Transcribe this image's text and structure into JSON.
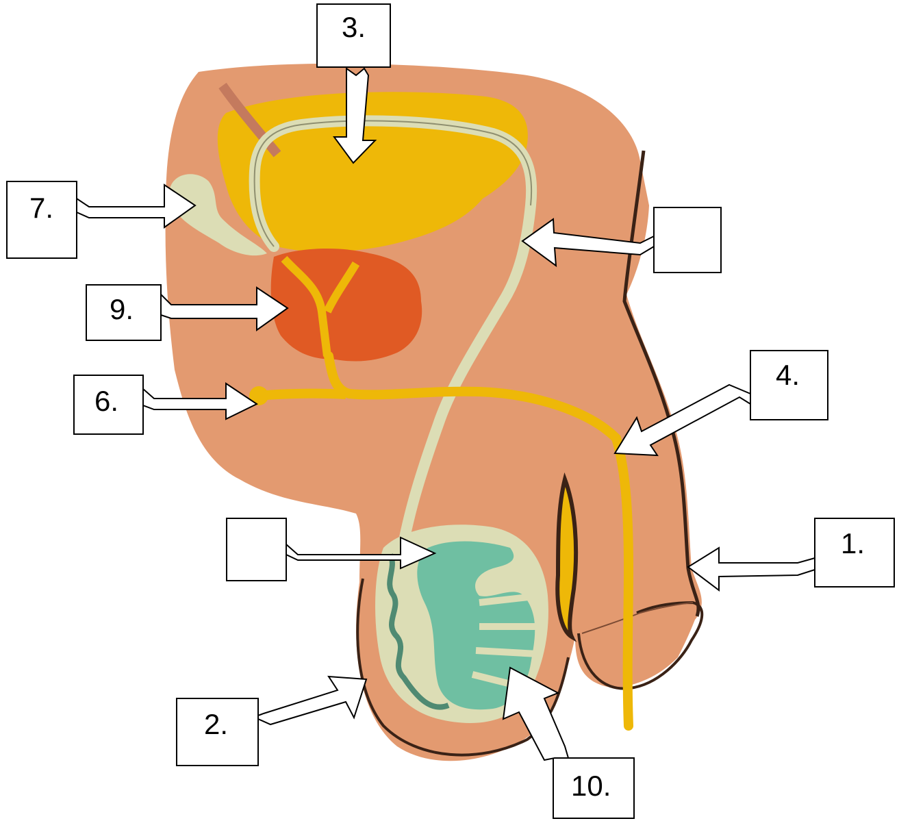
{
  "labels": {
    "label_3": "3.",
    "label_7": "7.",
    "label_9": "9.",
    "label_6": "6.",
    "label_4": "4.",
    "label_1": "1.",
    "label_2": "2.",
    "label_10": "10.",
    "label_blank_right": "",
    "label_blank_left": ""
  },
  "colors": {
    "body": "#E39A70",
    "outline": "#3A2216",
    "bladder": "#EEB808",
    "prostate": "#E05A24",
    "vas_deferens": "#DCDDB5",
    "seminal_vesicle": "#DCDDB5",
    "urethra": "#EEB808",
    "testis": "#6FBFA2",
    "box_border": "#000000",
    "arrow_fill": "#ffffff"
  }
}
